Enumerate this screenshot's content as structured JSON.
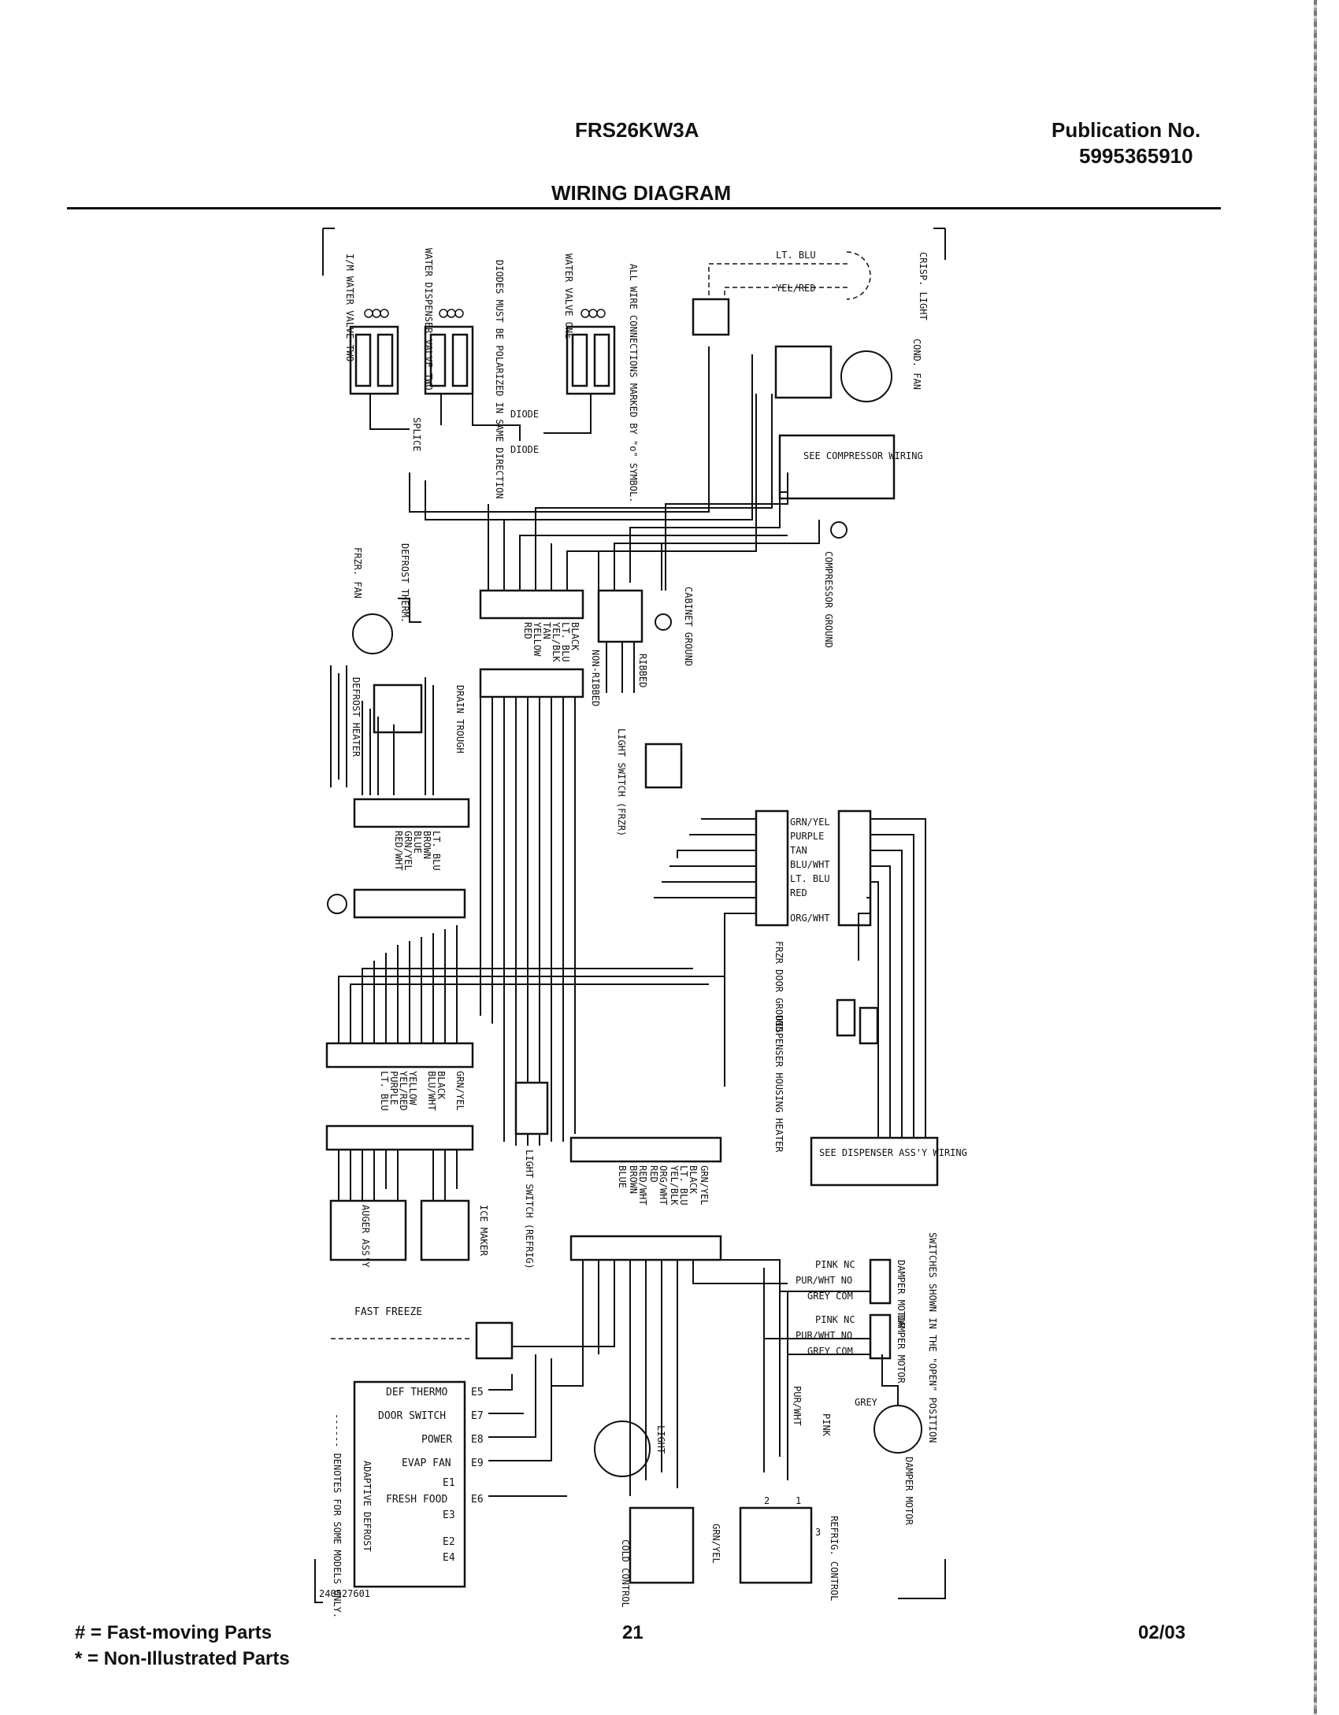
{
  "header": {
    "model": "FRS26KW3A",
    "publication_label": "Publication No.",
    "publication_number": "5995365910",
    "title": "WIRING DIAGRAM"
  },
  "diagram": {
    "components": {
      "im_valve": "I/M WATER VALVE TWO",
      "dispenser_valve": "WATER DISPENSER VALVE TWO",
      "diodes_note": "DIODES MUST BE POLARIZED IN SAME DIRECTION",
      "water_valve_one": "WATER VALVE ONE",
      "all_wire_note": "ALL WIRE CONNECTIONS MARKED BY \"o\" SYMBOL.",
      "crisp_light": "CRISP. LIGHT",
      "cond_fan": "COND. FAN",
      "compressor_wiring": "SEE COMPRESSOR WIRING",
      "compressor_ground": "COMPRESSOR GROUND",
      "cabinet_ground": "CABINET GROUND",
      "frzr_fan": "FRZR. FAN",
      "defrost_therm": "DEFROST THERM.",
      "defrost_heater": "DEFROST HEATER",
      "drain_trough": "DRAIN TROUGH",
      "ribbed": "RIBBED",
      "non_ribbed": "NON-RIBBED",
      "light_switch_frzr": "LIGHT SWITCH (FRZR)",
      "frzr_door_ground": "FRZR DOOR GROUND",
      "dispenser_housing_heater": "DISPENSER HOUSING HEATER",
      "dispenser_assy": "SEE DISPENSER ASS'Y WIRING",
      "light_switch_refrig": "LIGHT SWITCH (REFRIG)",
      "auger_assy": "AUGER ASS'Y",
      "ice_maker": "ICE MAKER",
      "fast_freeze": "FAST FREEZE",
      "light": "LIGHT",
      "cold_control": "COLD CONTROL",
      "refrig_control": "REFRIG. CONTROL",
      "damper_motor": "DAMPER MOTOR",
      "switches_note": "SWITCHES SHOWN IN THE \"OPEN\" POSITION",
      "adaptive_defrost": "ADAPTIVE DEFROST",
      "denotes_note": "------ DENOTES FOR SOME MODELS ONLY.",
      "part_number": "240527601",
      "diode": "DIODE",
      "splice": "SPLICE",
      "grey": "GREY",
      "pur_wht": "PUR/WHT",
      "pink": "PINK",
      "grn_yel": "GRN/YEL"
    },
    "top_wires": {
      "lt_blu": "LT. BLU",
      "yel_red": "YEL/RED"
    },
    "connector_upper_left": [
      "BLACK",
      "LT. BLU",
      "YEL/BLK",
      "TAN",
      "YELLOW",
      "RED"
    ],
    "connector_defrost": [
      "LT. BLU",
      "BROWN",
      "BLUE",
      "GRN/YEL",
      "RED/WHT"
    ],
    "connector_right": [
      "GRN/YEL",
      "PURPLE",
      "TAN",
      "BLU/WHT",
      "LT. BLU",
      "RED",
      "ORG/WHT"
    ],
    "connector_mid_left": [
      "GRN/YEL",
      "BLACK",
      "BLU/WHT",
      "YELLOW",
      "YEL/RED",
      "PURPLE",
      "LT. BLU"
    ],
    "connector_mid_center": [
      "GRN/YEL",
      "BLACK",
      "LT. BLU",
      "YEL/BLK",
      "ORG/WHT",
      "RED",
      "RED/WHT",
      "BROWN",
      "BLUE"
    ],
    "damper_switches": [
      "PINK NC",
      "PUR/WHT NO",
      "GREY COM"
    ],
    "adaptive_defrost_terminals": [
      {
        "label": "DEF THERMO",
        "term": "E5"
      },
      {
        "label": "DOOR SWITCH",
        "term": "E7"
      },
      {
        "label": "POWER",
        "term": "E8"
      },
      {
        "label": "EVAP FAN",
        "term": "E9"
      },
      {
        "label": "",
        "term": "E1"
      },
      {
        "label": "FRESH FOOD",
        "term": "E6"
      },
      {
        "label": "",
        "term": "E3"
      },
      {
        "label": "",
        "term": "E2"
      },
      {
        "label": "",
        "term": "E4"
      }
    ],
    "terminal_numbers": [
      "2",
      "1",
      "3"
    ]
  },
  "footer": {
    "legend_fast": "# = Fast-moving Parts",
    "legend_non": "* = Non-Illustrated Parts",
    "page": "21",
    "date": "02/03"
  }
}
